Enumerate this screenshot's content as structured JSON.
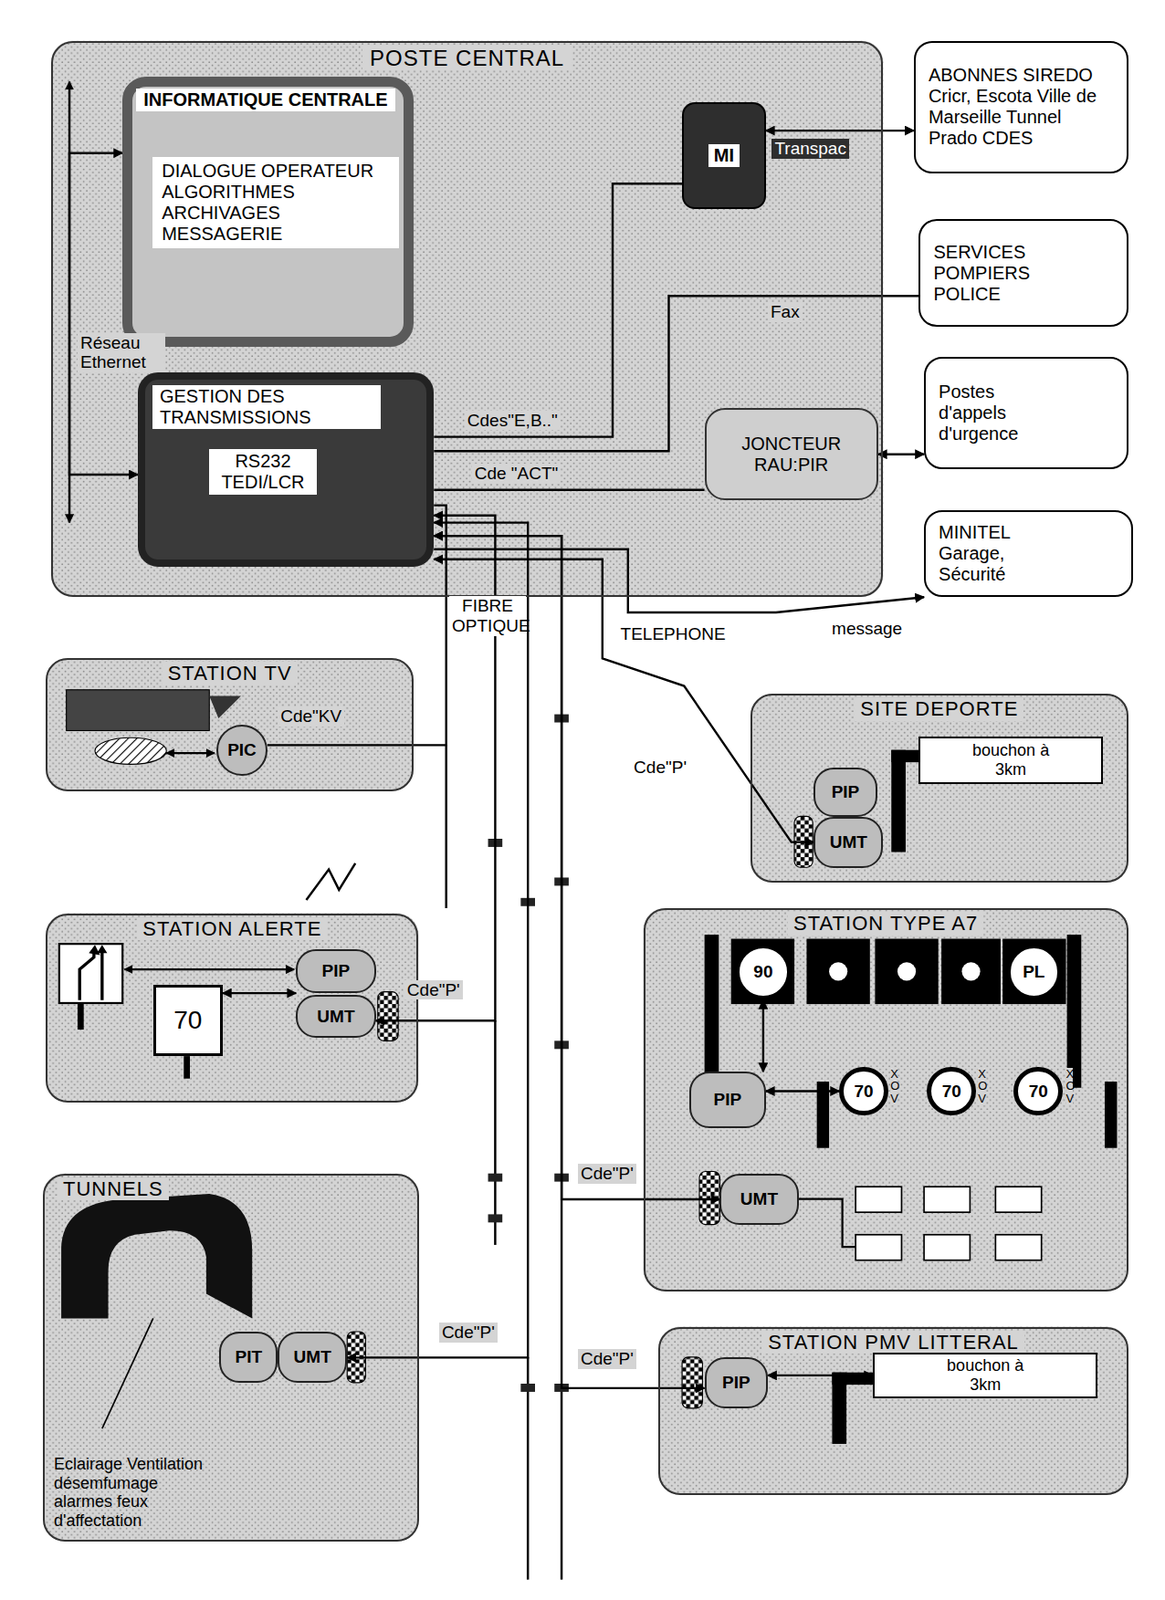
{
  "diagram": {
    "nodes": [
      {
        "text": [
          "POSTE CENTRAL"
        ]
      },
      {
        "text": [
          "INFORMATIQUE CENTRALE",
          "DIALOGUE OPERATEUR ALGORITHMES ARCHIVAGES MESSAGERIE"
        ],
        "in": 0
      },
      {
        "text": [
          "MI"
        ],
        "in": 0
      },
      {
        "text": [
          "ABONNES SIREDO",
          "Cricr, Escota Ville de Marseille Tunnel Prado CDES"
        ]
      },
      {
        "text": [
          "SERVICES",
          "POMPIERS POLICE"
        ]
      },
      {
        "text": [
          "GESTION DES TRANSMISSIONS",
          "RS232 TEDI/LCR"
        ],
        "in": 0
      },
      {
        "text": [
          "JONCTEUR RAU:PIR"
        ],
        "in": 0
      },
      {
        "text": [
          "Postes d'appels d'urgence"
        ]
      },
      {
        "text": [
          "MINITEL",
          "Garage, Sécurité"
        ]
      },
      {
        "text": [
          "STATION TV"
        ]
      },
      {
        "text": [
          "PIC"
        ],
        "in": 9
      },
      {
        "text": [
          "SITE DEPORTE"
        ]
      },
      {
        "text": [
          "PIP"
        ],
        "in": 11
      },
      {
        "text": [
          "UMT"
        ],
        "in": 11
      },
      {
        "text": [
          "bouchon à 3km"
        ],
        "in": 11
      },
      {
        "text": [
          "STATION ALERTE"
        ]
      },
      {
        "text": [
          "PIP"
        ],
        "in": 15
      },
      {
        "text": [
          "UMT"
        ],
        "in": 15
      },
      {
        "text": [
          "70"
        ],
        "in": 15
      },
      {
        "text": [
          "STATION TYPE A7"
        ]
      },
      {
        "text": [
          "90"
        ],
        "in": 19
      },
      {
        "text": [
          "PL"
        ],
        "in": 19
      },
      {
        "text": [
          "PIP"
        ],
        "in": 19
      },
      {
        "text": [
          "UMT"
        ],
        "in": 19
      },
      {
        "text": [
          "70"
        ],
        "in": 19
      },
      {
        "text": [
          "70"
        ],
        "in": 19
      },
      {
        "text": [
          "70"
        ],
        "in": 19
      },
      {
        "text": [
          "TUNNELS",
          "Eclairage Ventilation désemfumage alarmes feux d'affectation"
        ]
      },
      {
        "text": [
          "PIT"
        ],
        "in": 27
      },
      {
        "text": [
          "UMT"
        ],
        "in": 27
      },
      {
        "text": [
          "STATION PMV LITTERAL"
        ]
      },
      {
        "text": [
          "PIP"
        ],
        "in": 30
      },
      {
        "text": [
          "bouchon à 3km"
        ],
        "in": 30
      }
    ],
    "edges": [
      {
        "from": 1,
        "to": 5,
        "arrow": "both",
        "label": "Réseau Ethernet"
      },
      {
        "from": 2,
        "to": 3,
        "arrow": "both",
        "label": "Transpac"
      },
      {
        "from": 5,
        "to": 2,
        "arrow": "none",
        "label": "Cdes\"E,B..\""
      },
      {
        "from": 5,
        "to": 4,
        "arrow": "none",
        "label": "Fax"
      },
      {
        "from": 5,
        "to": 6,
        "arrow": "none",
        "label": "Cde \"ACT\""
      },
      {
        "from": 6,
        "to": 7,
        "arrow": "both"
      },
      {
        "from": 5,
        "to": 8,
        "arrow": "to",
        "label": "message"
      },
      {
        "from": 5,
        "to": 13,
        "arrow": "both",
        "label": "Cde\"P'"
      },
      {
        "from": 5,
        "to": 10,
        "arrow": "none",
        "label": "Cde\"KV"
      },
      {
        "from": 5,
        "to": 17,
        "arrow": "both",
        "label": "Cde\"P'"
      },
      {
        "from": 5,
        "to": 23,
        "arrow": "both",
        "label": "Cde\"P'"
      },
      {
        "from": 5,
        "to": 29,
        "arrow": "both",
        "label": "Cde\"P'"
      },
      {
        "from": 5,
        "to": 31,
        "arrow": "both",
        "label": "Cde\"P'"
      },
      {
        "from": 16,
        "to": 18,
        "arrow": "both"
      },
      {
        "from": 22,
        "to": 20,
        "arrow": "both"
      },
      {
        "from": 22,
        "to": 24,
        "arrow": "both"
      },
      {
        "from": 31,
        "to": 32,
        "arrow": "both"
      }
    ],
    "labels": [
      "FIBRE OPTIQUE",
      "TELEPHONE",
      "XOV",
      "XOV",
      "XOV"
    ]
  }
}
